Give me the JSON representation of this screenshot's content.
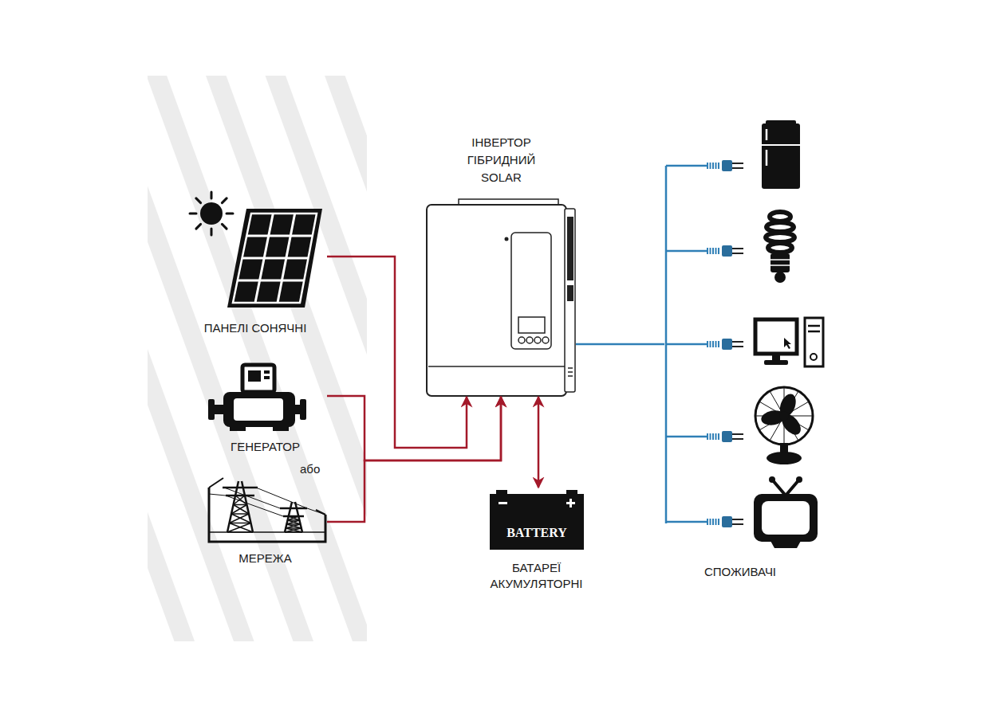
{
  "diagram": {
    "nodes": [
      {
        "text": [
          "ІНВЕРТОР ГІБРИДНИЙ SOLAR"
        ]
      },
      {
        "text": [
          "ПАНЕЛІ СОНЯЧНІ"
        ]
      },
      {
        "text": [
          "ГЕНЕРАТОР"
        ]
      },
      {
        "text": [
          "МЕРЕЖА"
        ]
      },
      {
        "text": [
          "BATTERY",
          "БАТАРЕЇ АКУМУЛЯТОРНІ"
        ]
      },
      {
        "text": [
          "СПОЖИВАЧІ"
        ]
      }
    ],
    "edges": [
      {
        "from": 1,
        "to": 0,
        "arrow": "to"
      },
      {
        "from": 2,
        "to": 0,
        "arrow": "to"
      },
      {
        "from": 3,
        "to": 0,
        "arrow": "to"
      },
      {
        "from": 0,
        "to": 4,
        "arrow": "both"
      },
      {
        "from": 0,
        "to": 5,
        "arrow": "none"
      }
    ],
    "labels": [
      "або"
    ]
  }
}
